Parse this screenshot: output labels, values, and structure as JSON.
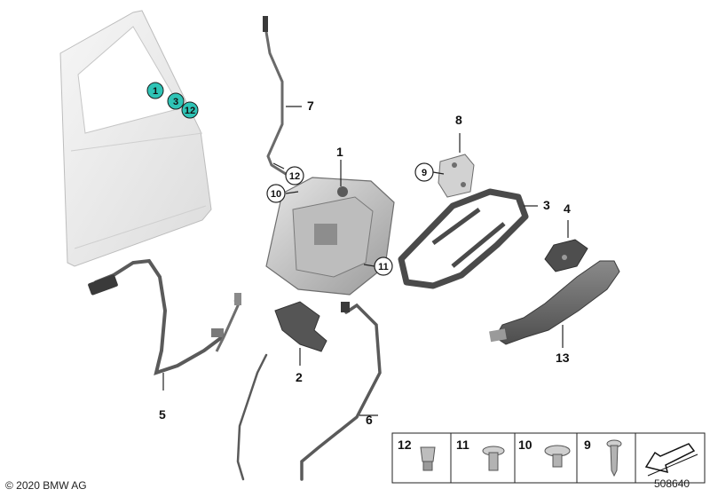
{
  "callouts": {
    "c1": "1",
    "c2": "2",
    "c3": "3",
    "c4": "4",
    "c5": "5",
    "c6": "6",
    "c7": "7",
    "c8": "8",
    "c9": "9",
    "c10": "10",
    "c11": "11",
    "c12": "12",
    "c13": "13"
  },
  "door_markers": [
    "1",
    "3",
    "12"
  ],
  "legend": {
    "items": [
      "12",
      "11",
      "10",
      "9"
    ]
  },
  "footer": {
    "copyright": "© 2020 BMW AG",
    "diagram_id": "508640"
  },
  "colors": {
    "door_marker": "#2ec4b6",
    "part_dark": "#6e6e6e",
    "part_light": "#d9d9d9",
    "door_panel": "#eeeeee"
  }
}
